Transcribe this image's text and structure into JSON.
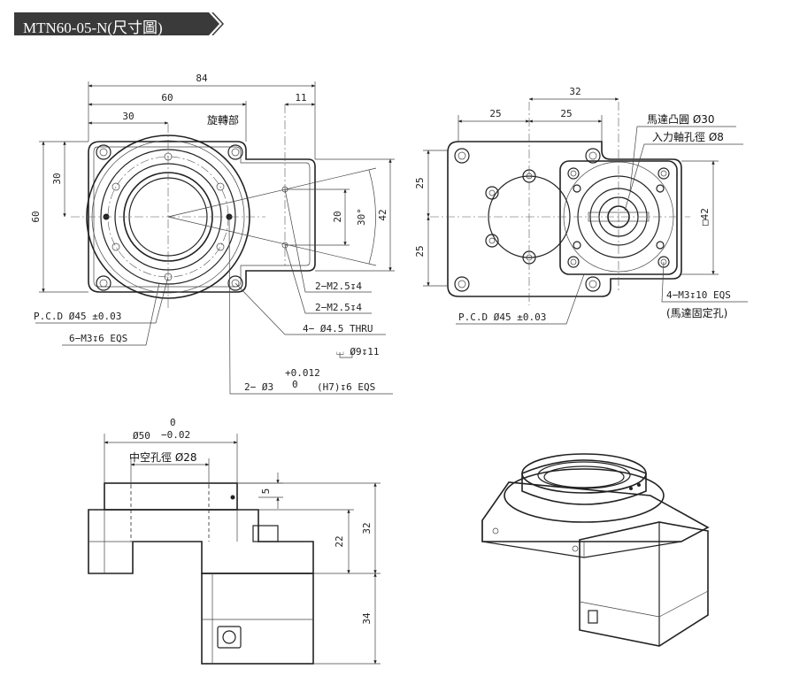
{
  "title": "MTN60-05-N(尺寸圖)",
  "colors": {
    "title_bg": "#3a3a3a",
    "title_text": "#ffffff",
    "line": "#222222"
  },
  "front_view": {
    "dim_84": "84",
    "dim_60w": "60",
    "dim_30w": "30",
    "dim_11": "11",
    "label_rotary": "旋轉部",
    "dim_60h": "60",
    "dim_30h": "30",
    "dim_20": "20",
    "dim_30deg": "30°",
    "dim_42": "42",
    "callout_m25_a": "2−M2.5↧4",
    "callout_m25_b": "2−M2.5↧4",
    "callout_thru": "4− Ø4.5 THRU",
    "callout_cbore": "⌴ Ø9↧11",
    "callout_pcd": "P.C.D Ø45 ±0.03",
    "callout_m3": "6−M3↧6 EQS",
    "callout_pin_a": "2− Ø3",
    "callout_pin_tol_upper": "+0.012",
    "callout_pin_tol_lower": "0",
    "callout_pin_b": "(H7)↧6 EQS"
  },
  "rear_view": {
    "dim_32": "32",
    "dim_25a": "25",
    "dim_25b": "25",
    "label_motor_boss": "馬達凸圓 Ø30",
    "label_input_shaft": "入力軸孔徑 Ø8",
    "dim_25v_top": "25",
    "dim_25v_bot": "25",
    "dim_sq42": "□42",
    "callout_pcd": "P.C.D Ø45 ±0.03",
    "callout_m3": "4−M3↧10 EQS",
    "callout_motor_holes": "(馬達固定孔)"
  },
  "side_view": {
    "dim_od50": "Ø50",
    "dim_od50_tol_upper": "0",
    "dim_od50_tol_lower": "−0.02",
    "label_hollow": "中空孔徑 Ø28",
    "dim_5": "5",
    "dim_22": "22",
    "dim_32": "32",
    "dim_34": "34"
  }
}
